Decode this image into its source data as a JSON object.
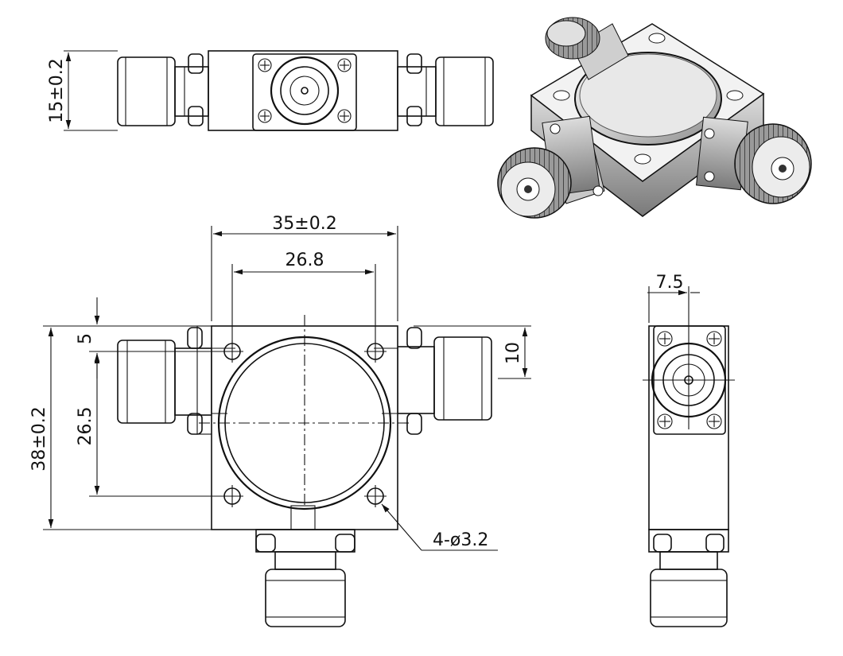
{
  "dimensions": {
    "height_side": "15±0.2",
    "width_main": "35±0.2",
    "hole_spacing_x": "26.8",
    "edge_offset": "5",
    "hole_spacing_y": "26.5",
    "height_main": "38±0.2",
    "port_offset": "10",
    "hole_callout": "4-ø3.2",
    "side_center": "7.5"
  },
  "colors": {
    "line": "#111111",
    "metal_light": "#e8e8e8",
    "metal_mid": "#bdbdbd",
    "metal_dark": "#6f6f6f"
  },
  "views": [
    "top-view",
    "isometric-view",
    "front-view",
    "side-view"
  ]
}
